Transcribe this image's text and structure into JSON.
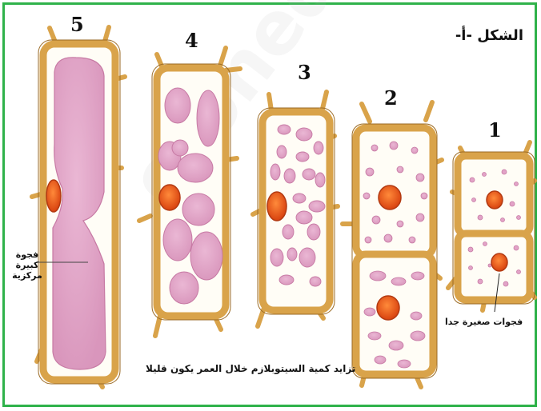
{
  "figure": {
    "title": "الشكل -أ-",
    "caption": "تزايد كمية السيتوبلازم خلال العمر يكون قليلا",
    "watermark": "e-onedu",
    "numbers": [
      "1",
      "2",
      "3",
      "4",
      "5"
    ],
    "label_small_vacuoles": "فجوات صغيرة جدا",
    "label_large_vacuole": [
      "فجوة",
      "كبيرة",
      "مركزية"
    ]
  },
  "colors": {
    "border": "#2fb24a",
    "cell_wall": "#d9a34a",
    "wall_edge": "#9a6a24",
    "cytoplasm": "#fffdf6",
    "vacuole": "#e2a3c7",
    "vacuole_edge": "#c77aa4",
    "nucleus": "#e2531f",
    "nucleus_edge": "#b23a12"
  }
}
